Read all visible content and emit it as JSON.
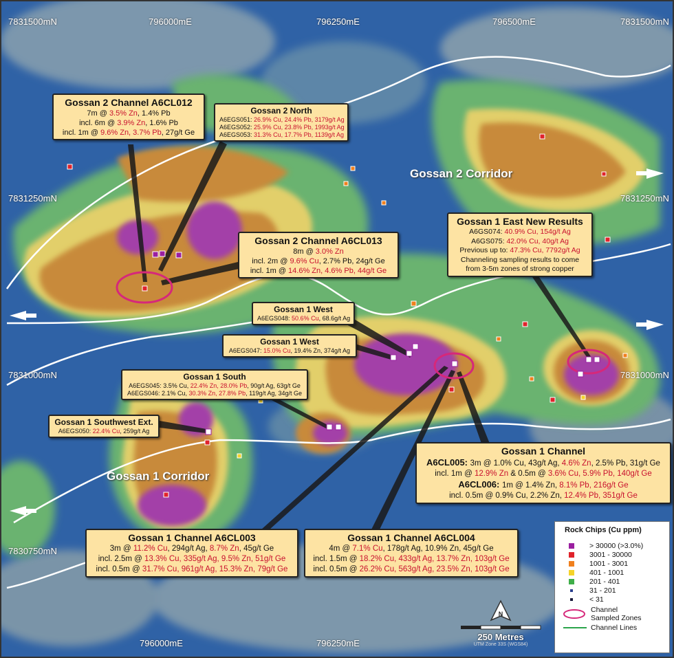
{
  "coords": {
    "n1": "7831500mN",
    "n1r": "7831500mN",
    "n2": "7831250mN",
    "n2r": "7831250mN",
    "n3": "7831000mN",
    "n3r": "7831000mN",
    "n4": "7830750mN",
    "e1": "796000mE",
    "e2": "796250mE",
    "e3": "796500mE",
    "e1b": "796000mE",
    "e2b": "796250mE"
  },
  "corridors": {
    "g2": "Gossan 2 Corridor",
    "g1": "Gossan 1 Corridor"
  },
  "boxes": {
    "g2c012": {
      "title": "Gossan 2 Channel A6CL012",
      "l1a": "7m @ ",
      "l1b": "3.5% Zn",
      "l1c": ", 1.4% Pb",
      "l2a": "incl. 6m @ ",
      "l2b": "3.9% Zn",
      "l2c": ", 1.6% Pb",
      "l3a": "incl. 1m @ ",
      "l3b": "9.6% Zn, 3.7% Pb",
      "l3c": ", 27g/t Ge"
    },
    "g2n": {
      "title": "Gossan 2 North",
      "l1a": "A6EGS051: ",
      "l1b": "26.9% Cu, 24.4% Pb, 3179g/t Ag",
      "l2a": "A6EGS052: ",
      "l2b": "25.9% Cu, 23.8% Pb, 1993g/t Ag",
      "l3a": "A6EGS053: ",
      "l3b": "31.3% Cu, 17.7% Pb, 1139g/t Ag"
    },
    "g2c013": {
      "title": "Gossan 2 Channel A6CL013",
      "l1a": "8m @ ",
      "l1b": "3.0% Zn",
      "l2a": "incl. 2m @ ",
      "l2b": "9.6% Cu",
      "l2c": ", 2.7% Pb, 24g/t Ge",
      "l3a": "incl. 1m @ ",
      "l3b": "14.6% Zn, 4.6% Pb, 44g/t Ge"
    },
    "g1east": {
      "title": "Gossan 1 East New Results",
      "l1a": "A6GS074: ",
      "l1b": "40.9% Cu, 154g/t Ag",
      "l2a": "A6GS075: ",
      "l2b": "42.0% Cu, 40g/t Ag",
      "l3a": "Previous up to: ",
      "l3b": "47.3% Cu, 7792g/t Ag",
      "l4": "Channeling sampling results to come",
      "l5": "from 3-5m zones of strong copper"
    },
    "g1west1": {
      "title": "Gossan 1 West",
      "l1a": "A6EGS048: ",
      "l1b": "50.6% Cu",
      "l1c": ", 68.6g/t Ag"
    },
    "g1west2": {
      "title": "Gossan 1 West",
      "l1a": "A6EGS047: ",
      "l1b": "15.0% Cu",
      "l1c": ", 19.4% Zn, 374g/t Ag"
    },
    "g1south": {
      "title": "Gossan 1 South",
      "l1a": "A6EGS045: 3.5% Cu, ",
      "l1b": "22.4% Zn, 28.0% Pb",
      "l1c": ", 90g/t Ag, 63g/t Ge",
      "l2a": "A6EGS046: 2.1% Cu, ",
      "l2b": "30.3% Zn, 27.8% Pb",
      "l2c": ", 119g/t Ag, 34g/t Ge"
    },
    "g1sw": {
      "title": "Gossan 1 Southwest Ext.",
      "l1a": "A6EGS050: ",
      "l1b": "22.4% Cu",
      "l1c": ", 259g/t Ag"
    },
    "g1ch": {
      "title": "Gossan 1 Channel",
      "l1a": "A6CL005: ",
      "l1b": "3m @ 1.0% Cu, 43g/t Ag, ",
      "l1c": "4.6% Zn",
      "l1d": ", 2.5% Pb, 31g/t Ge",
      "l2a": "incl. 1m @ ",
      "l2b": "12.9% Zn",
      "l2c": " & 0.5m @ ",
      "l2d": "3.6% Cu, 5.9% Pb, 140g/t Ge",
      "l3a": "A6CL006: ",
      "l3b": "1m @ 1.4% Zn, ",
      "l3c": "8.1% Pb, 216g/t Ge",
      "l4a": "incl. 0.5m @ 0.9% Cu, 2.2% Zn, ",
      "l4b": "12.4% Pb, 351g/t Ge"
    },
    "g1c003": {
      "title": "Gossan 1 Channel A6CL003",
      "l1a": "3m @ ",
      "l1b": "11.2% Cu",
      "l1c": ", 294g/t Ag, ",
      "l1d": "8.7% Zn",
      "l1e": ", 45g/t Ge",
      "l2a": "incl. 2.5m @ ",
      "l2b": "13.3% Cu, 335g/t Ag, 9.5% Zn, 51g/t Ge",
      "l3a": "incl. 0.5m @ ",
      "l3b": "31.7% Cu, 961g/t Ag, 15.3% Zn, 79g/t Ge"
    },
    "g1c004": {
      "title": "Gossan 1 Channel A6CL004",
      "l1a": "4m @ ",
      "l1b": "7.1% Cu",
      "l1c": ", 178g/t Ag, 10.9% Zn, 45g/t Ge",
      "l2a": "incl. 1.5m @ ",
      "l2b": "18.2% Cu, 433g/t Ag, 13.7% Zn, 103g/t Ge",
      "l3a": "incl. 0.5m @ ",
      "l3b": "26.2% Cu, 563g/t Ag, 23.5% Zn, 103g/t Ge"
    }
  },
  "legend": {
    "title": "Rock Chips (Cu ppm)",
    "items": [
      {
        "label": "> 30000 (>3.0%)",
        "color": "#9a1fa0"
      },
      {
        "label": "3001 - 30000",
        "color": "#e0232b"
      },
      {
        "label": "1001 - 3001",
        "color": "#f0801e"
      },
      {
        "label": "401 - 1001",
        "color": "#f5d32a"
      },
      {
        "label": "201 - 401",
        "color": "#3fae49"
      },
      {
        "label": "31 - 201",
        "color": "#2a3f8f"
      },
      {
        "label": "< 31",
        "color": "#1a1a3a"
      }
    ],
    "channel_zones": "Channel",
    "channel_zones2": "Sampled Zones",
    "channel_lines": "Channel Lines"
  },
  "scale": {
    "north": "N",
    "label": "250 Metres",
    "projection": "UTM Zone 33S (WGS84)"
  }
}
